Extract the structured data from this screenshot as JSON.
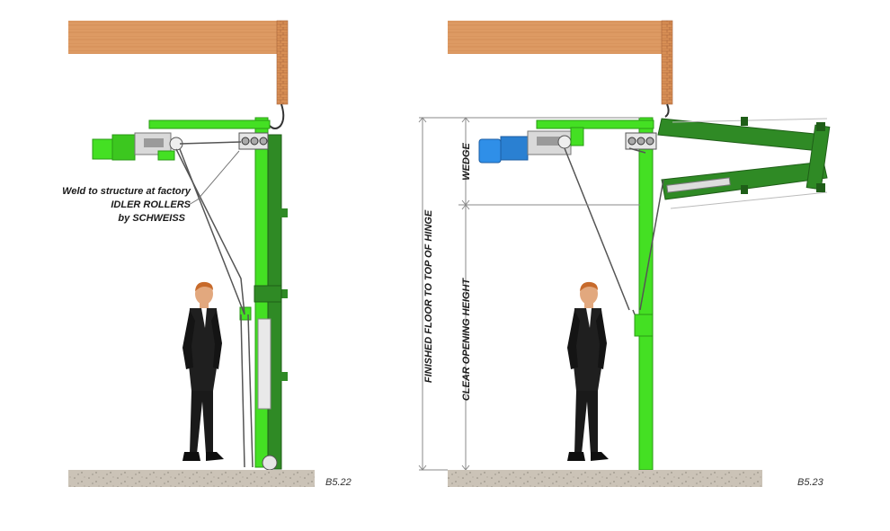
{
  "left_figure": {
    "callout_lines": [
      "Weld to structure at factory",
      "IDLER ROLLERS",
      "by SCHWEISS"
    ],
    "figure_number": "B5.22"
  },
  "right_figure": {
    "dimension_labels": {
      "wedge": "WEDGE",
      "finished_floor": "FINISHED FLOOR TO TOP OF HINGE",
      "clear_opening": "CLEAR OPENING HEIGHT"
    },
    "figure_number": "B5.23"
  },
  "colors": {
    "frame_green": "#44e023",
    "door_green": "#2f8a25",
    "motor_blue": "#2f8fe8",
    "brick": "#d9955e",
    "floor": "#c9c1b5"
  },
  "icons": [
    "person-figure",
    "motor-icon",
    "roller-icon",
    "hook-icon"
  ]
}
